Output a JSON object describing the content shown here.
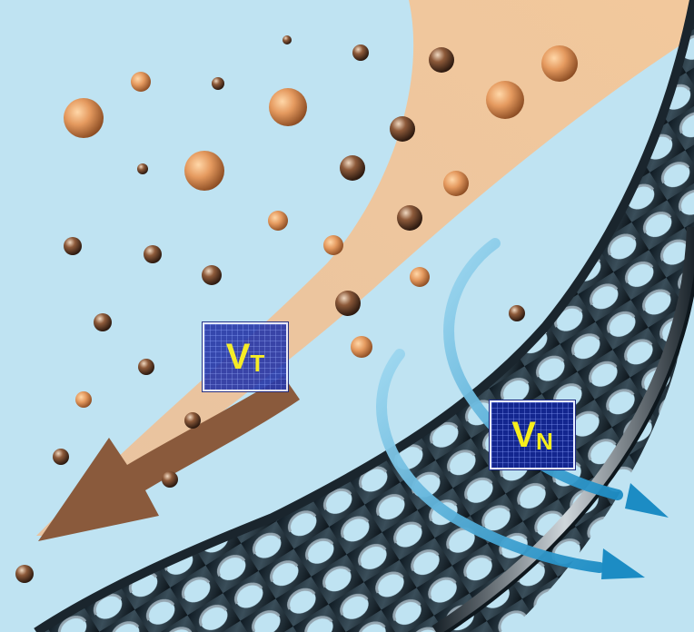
{
  "labels": {
    "tangential_velocity": {
      "main": "V",
      "sub": "T"
    },
    "normal_velocity": {
      "main": "V",
      "sub": "N"
    }
  },
  "colors": {
    "background": "#bfe3f2",
    "tangential_flow_band": "#f0c9a0",
    "tangential_arrow": "#8a5a3c",
    "normal_flow_arrows": "#2aa3d6",
    "membrane": "#2b3a45",
    "label_box": "#2a3aa8",
    "label_text": "#f7ef1c"
  },
  "icons": [
    "tangential-flow-arrow",
    "normal-flow-arrow",
    "particle",
    "membrane-mesh"
  ]
}
